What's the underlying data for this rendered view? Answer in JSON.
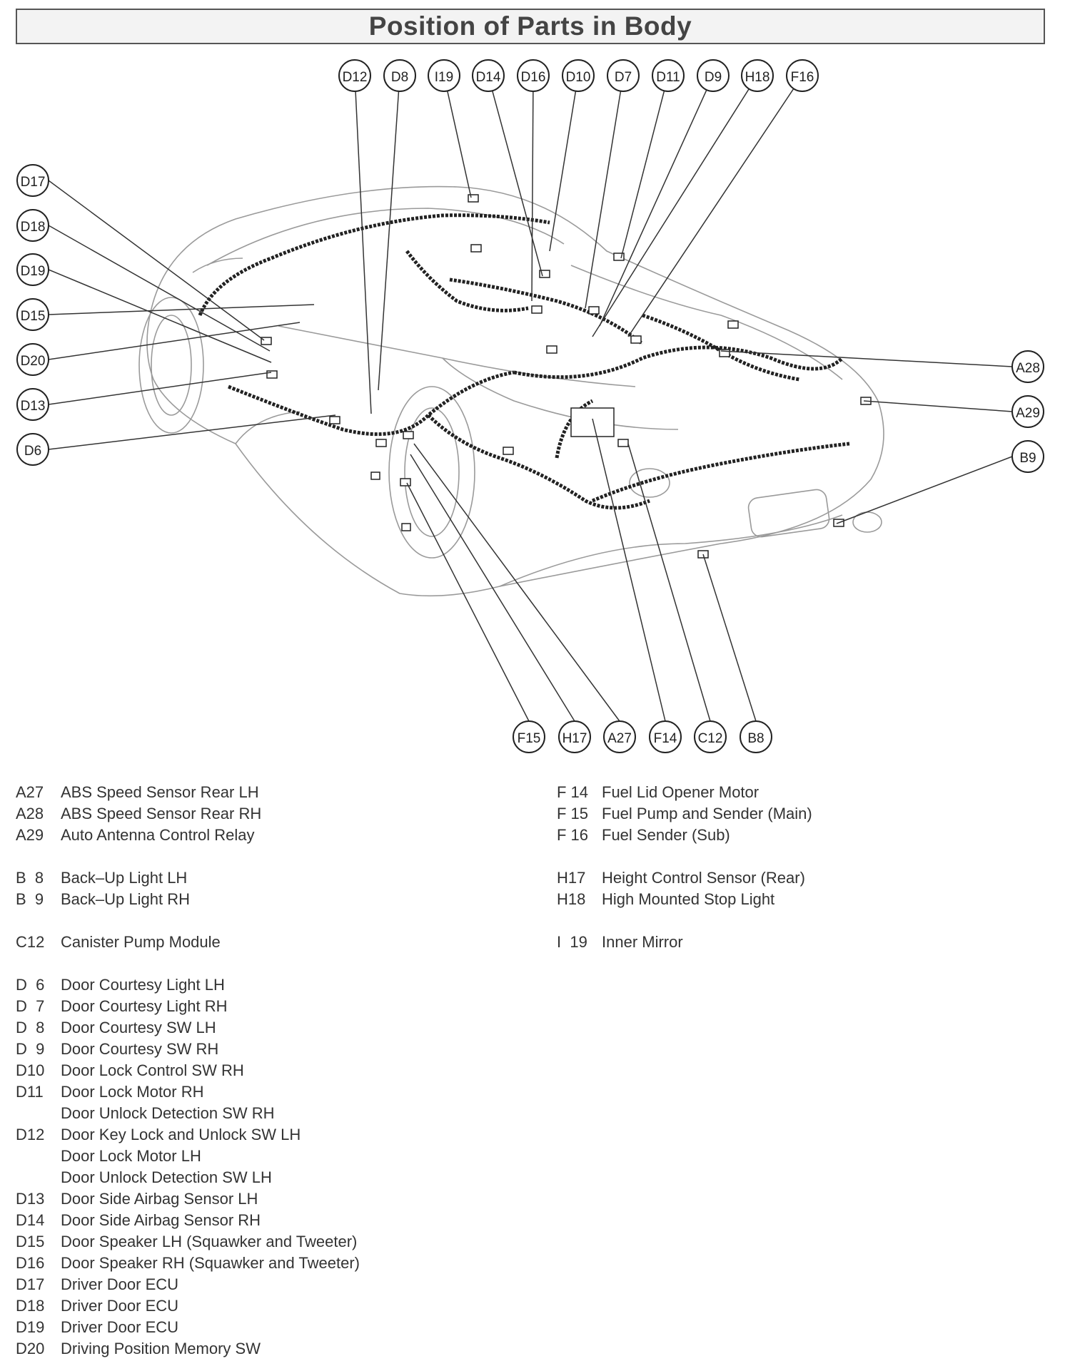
{
  "title": "Position of Parts in Body",
  "callouts": {
    "top": [
      "D12",
      "D8",
      "I19",
      "D14",
      "D16",
      "D10",
      "D7",
      "D11",
      "D9",
      "H18",
      "F16"
    ],
    "left": [
      "D17",
      "D18",
      "D19",
      "D15",
      "D20",
      "D13",
      "D6"
    ],
    "right": [
      "A28",
      "A29",
      "B9"
    ],
    "bottom": [
      "F15",
      "H17",
      "A27",
      "F14",
      "C12",
      "B8"
    ]
  },
  "legend": {
    "left": [
      {
        "code": "A27",
        "desc": "ABS Speed Sensor Rear LH"
      },
      {
        "code": "A28",
        "desc": "ABS Speed Sensor Rear RH"
      },
      {
        "code": "A29",
        "desc": "Auto Antenna Control Relay"
      },
      {
        "code": "B  8",
        "desc": "Back–Up Light LH"
      },
      {
        "code": "B  9",
        "desc": "Back–Up Light RH"
      },
      {
        "code": "C12",
        "desc": "Canister Pump Module"
      },
      {
        "code": "D  6",
        "desc": "Door Courtesy Light LH"
      },
      {
        "code": "D  7",
        "desc": "Door Courtesy Light RH"
      },
      {
        "code": "D  8",
        "desc": "Door Courtesy SW LH"
      },
      {
        "code": "D  9",
        "desc": "Door Courtesy SW RH"
      },
      {
        "code": "D10",
        "desc": "Door Lock Control SW RH"
      },
      {
        "code": "D11",
        "desc": "Door Lock Motor RH"
      },
      {
        "code": "",
        "desc": "Door Unlock Detection SW RH"
      },
      {
        "code": "D12",
        "desc": "Door Key Lock and Unlock SW LH"
      },
      {
        "code": "",
        "desc": "Door Lock Motor LH"
      },
      {
        "code": "",
        "desc": "Door Unlock Detection SW LH"
      },
      {
        "code": "D13",
        "desc": "Door Side Airbag Sensor LH"
      },
      {
        "code": "D14",
        "desc": "Door Side Airbag Sensor RH"
      },
      {
        "code": "D15",
        "desc": "Door Speaker LH (Squawker and Tweeter)"
      },
      {
        "code": "D16",
        "desc": "Door Speaker RH (Squawker and Tweeter)"
      },
      {
        "code": "D17",
        "desc": "Driver Door ECU"
      },
      {
        "code": "D18",
        "desc": "Driver Door ECU"
      },
      {
        "code": "D19",
        "desc": "Driver Door ECU"
      },
      {
        "code": "D20",
        "desc": "Driving Position Memory SW"
      }
    ],
    "right": [
      {
        "code": "F 14",
        "desc": "Fuel Lid Opener Motor"
      },
      {
        "code": "F 15",
        "desc": "Fuel Pump and Sender (Main)"
      },
      {
        "code": "F 16",
        "desc": "Fuel Sender (Sub)"
      },
      {
        "code": "H17",
        "desc": "Height Control Sensor (Rear)"
      },
      {
        "code": "H18",
        "desc": "High Mounted Stop Light"
      },
      {
        "code": "I  19",
        "desc": "Inner Mirror"
      }
    ]
  },
  "colors": {
    "line": "#333333",
    "harness": "#222222",
    "outline": "#999999"
  }
}
